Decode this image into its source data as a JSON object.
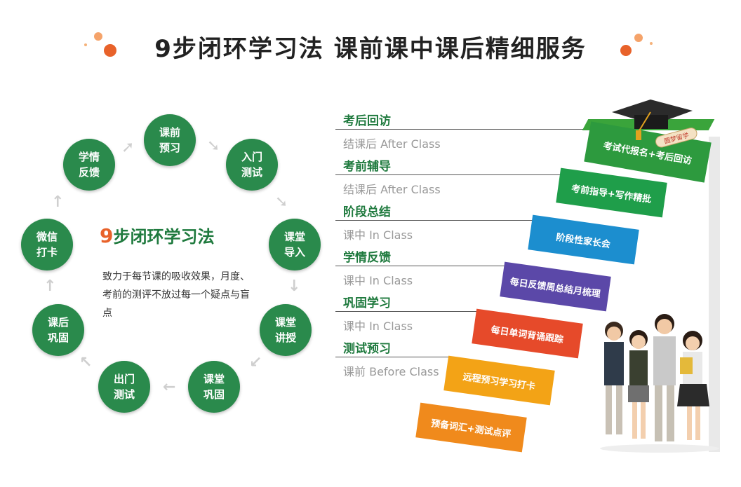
{
  "title": "9步闭环学习法  课前课中课后精细服务",
  "cycle": {
    "center_title_num": "9",
    "center_title_rest": "步闭环学习法",
    "center_desc": "致力于每节课的吸收效果，月度、考前的测评不放过每一个疑点与盲点",
    "nodes": [
      "课前预习",
      "入门测试",
      "课堂导入",
      "课堂讲授",
      "课堂巩固",
      "出门测试",
      "课后巩固",
      "微信打卡",
      "学情反馈"
    ]
  },
  "phases": [
    {
      "title": "考后回访",
      "sub": "结课后 After Class"
    },
    {
      "title": "考前辅导",
      "sub": "结课后 After Class"
    },
    {
      "title": "阶段总结",
      "sub": "课中 In Class"
    },
    {
      "title": "学情反馈",
      "sub": "课中 In Class"
    },
    {
      "title": "巩固学习",
      "sub": "课中 In Class"
    },
    {
      "title": "测试预习",
      "sub": "课前 Before Class"
    }
  ],
  "steps": [
    "考试代报名+考后回访",
    "考前指导+写作精批",
    "阶段性家长会",
    "每日反馈周总结月梳理",
    "每日单词背诵跟踪",
    "远程预习学习打卡",
    "预备词汇+测试点评"
  ],
  "diploma_text": "圆梦留学",
  "colors": {
    "green": "#2a8a4c",
    "orange_dot": "#e8622a",
    "step_colors": [
      "#3aa43b",
      "#1f9e4a",
      "#1c8ecf",
      "#5b48a8",
      "#b0318c",
      "#e64a2a",
      "#f3a316",
      "#f08a1c"
    ]
  }
}
